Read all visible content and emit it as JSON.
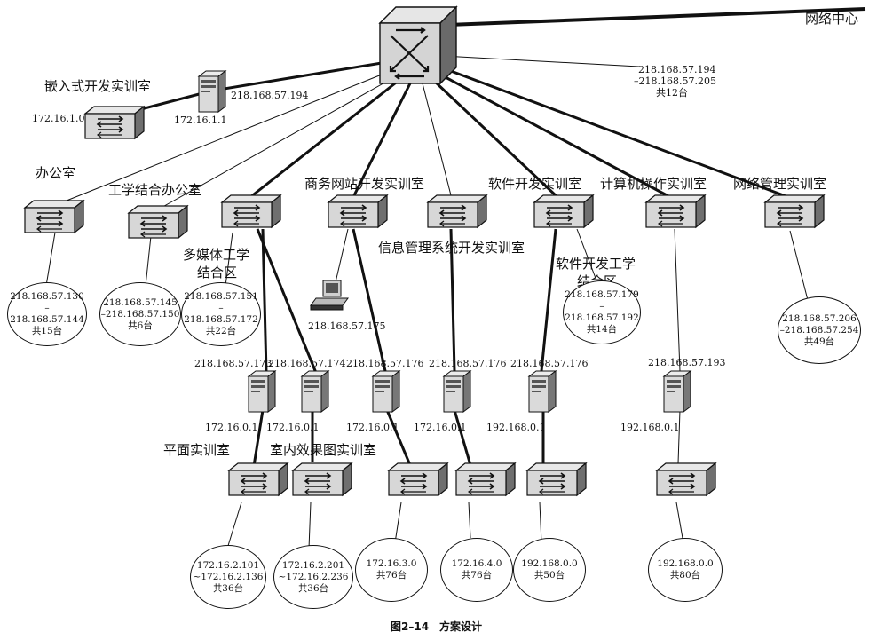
{
  "network_center": "网络中心",
  "core_range": {
    "line1": "218.168.57.194",
    "line2": "–218.168.57.205",
    "line3": "共12台"
  },
  "embedded": {
    "label": "嵌入式开发实训室",
    "net": "172.16.1.0",
    "server_lan": "172.16.1.1",
    "server_wan": "218.168.57.194"
  },
  "office": {
    "label": "办公室",
    "c1": "218.168.57.130",
    "c2": "–218.168.57.144",
    "c3": "共15台"
  },
  "work_study_office": {
    "label": "工学结合办公室",
    "c1": "218.168.57.145",
    "c2": "–218.168.57.150",
    "c3": "共6台"
  },
  "multimedia": {
    "label1": "多媒体工学",
    "label2": "结合区",
    "c1": "218.168.57.151",
    "c2": "–218.168.57.172",
    "c3": "共22台"
  },
  "ecommerce": {
    "label": "商务网站开发实训室",
    "pc_ip": "218.168.57.175"
  },
  "infosys": {
    "label": "信息管理系统开发实训室"
  },
  "software": {
    "label": "软件开发实训室"
  },
  "software_ws": {
    "label1": "软件开发工学",
    "label2": "结合区",
    "c1": "218.168.57.179",
    "c2": "–218.168.57.192",
    "c3": "共14台"
  },
  "computer_ops": {
    "label": "计算机操作实训室"
  },
  "netmgmt": {
    "label": "网络管理实训室",
    "c1": "218.168.57.206",
    "c2": "–218.168.57.254",
    "c3": "共49台"
  },
  "servers": [
    {
      "wan": "218.168.57.173",
      "lan": "172.16.0.1"
    },
    {
      "wan": "218.168.57.174",
      "lan": "172.16.0.1"
    },
    {
      "wan": "218.168.57.176",
      "lan": "172.16.0.1"
    },
    {
      "wan": "218.168.57.176",
      "lan": "172.16.0.1"
    },
    {
      "wan": "218.168.57.176",
      "lan": "192.168.0.1"
    },
    {
      "wan": "218.168.57.193",
      "lan": "192.168.0.1"
    }
  ],
  "flat_room": {
    "label": "平面实训室",
    "c1": "172.16.2.101",
    "c2": "~172.16.2.136",
    "c3": "共36台"
  },
  "interior_room": {
    "label": "室内效果图实训室",
    "c1": "172.16.2.201",
    "c2": "~172.16.2.236",
    "c3": "共36台"
  },
  "bottom": [
    {
      "c1": "172.16.3.0",
      "c2": "共76台"
    },
    {
      "c1": "172.16.4.0",
      "c2": "共76台"
    },
    {
      "c1": "192.168.0.0",
      "c2": "共50台"
    },
    {
      "c1": "192.168.0.0",
      "c2": "共80台"
    }
  ],
  "caption": "图2–14　方案设计"
}
